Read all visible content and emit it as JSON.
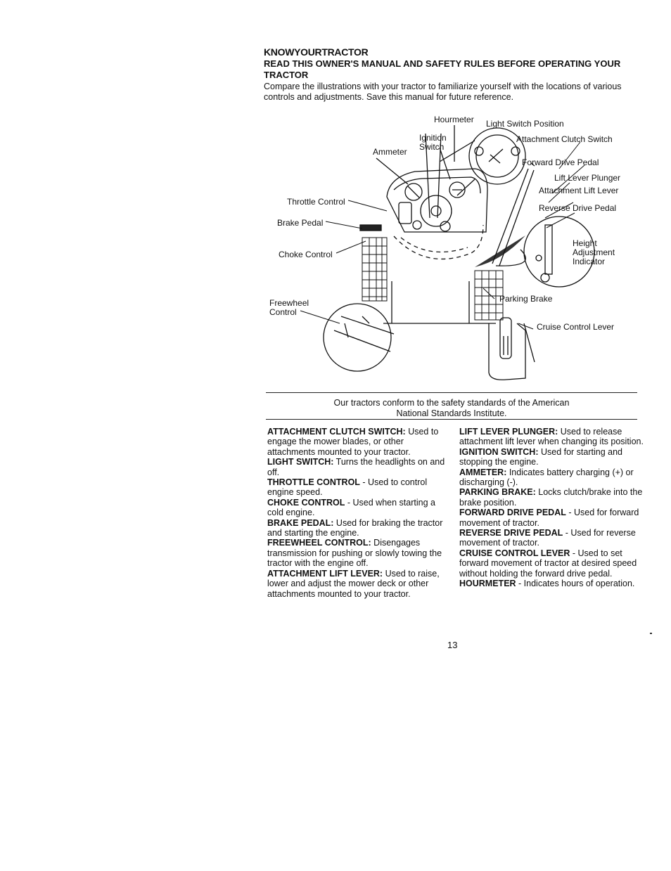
{
  "heading": {
    "title": "KNOWYOURTRACTOR",
    "subtitle": "READ THIS OWNER'S MANUAL AND SAFETY RULES BEFORE OPERATING YOUR TRACTOR",
    "intro": "Compare the illustrations with your tractor to familiarize yourself with the locations of various controls and adjustments. Save this manual for future reference."
  },
  "diagram": {
    "labels": {
      "hourmeter": "Hourmeter",
      "light_switch": "Light Switch Position",
      "ignition": "Ignition",
      "switch": "Switch",
      "ammeter": "Ammeter",
      "attachment_clutch": "Attachment Clutch Switch",
      "forward_pedal": "Forward Drive Pedal",
      "lift_plunger": "Lift Lever Plunger",
      "attachment_lift": "Attachment Lift Lever",
      "throttle": "Throttle Control",
      "reverse_pedal": "Reverse Drive Pedal",
      "brake_pedal": "Brake Pedal",
      "height": "Height",
      "adjustment": "Adjustment",
      "indicator": "Indicator",
      "choke": "Choke Control",
      "freewheel": "Freewheel",
      "control": "Control",
      "parking_brake": "Parking Brake",
      "cruise": "Cruise Control Lever"
    }
  },
  "caption": {
    "line1": "Our tractors conform to the safety standards of the American",
    "line2": "National Standards Institute."
  },
  "left_column": [
    {
      "term": "ATTACHMENT CLUTCH SWITCH:",
      "desc": " Used to engage the mower blades, or other attachments mounted to your tractor."
    },
    {
      "term": "LIGHT SWITCH:",
      "desc": " Turns the headlights on and off."
    },
    {
      "term": "THROTTLE CONTROL",
      "desc": " - Used to control engine speed."
    },
    {
      "term": "CHOKE CONTROL",
      "desc": " - Used when starting a cold engine."
    },
    {
      "term": "BRAKE PEDAL:",
      "desc": " Used for braking the tractor and starting the engine."
    },
    {
      "term": "FREEWHEEL CONTROL:",
      "desc": " Disengages transmission for pushing or slowly towing the tractor with the engine off."
    },
    {
      "term": "ATTACHMENT LIFT LEVER:",
      "desc": " Used to raise, lower and adjust the mower deck or other attachments mounted to your tractor."
    }
  ],
  "right_column": [
    {
      "term": "LIFT LEVER PLUNGER:",
      "desc": " Used to release attachment lift lever when changing its position."
    },
    {
      "term": "IGNITION SWITCH:",
      "desc": " Used for starting and stopping the engine."
    },
    {
      "term": "AMMETER:",
      "desc": " Indicates battery charging (+) or discharging (-)."
    },
    {
      "term": "PARKING BRAKE:",
      "desc": " Locks clutch/brake into the brake position."
    },
    {
      "term": "FORWARD DRIVE PEDAL",
      "desc": " - Used for forward movement of tractor."
    },
    {
      "term": "REVERSE DRIVE PEDAL",
      "desc": " - Used for reverse movement of tractor."
    },
    {
      "term": "CRUISE CONTROL LEVER",
      "desc": " - Used to set forward movement of tractor at desired speed without holding the forward drive pedal."
    },
    {
      "term": "HOURMETER",
      "desc": " - Indicates hours of operation."
    }
  ],
  "footer": {
    "page_number": "13"
  }
}
